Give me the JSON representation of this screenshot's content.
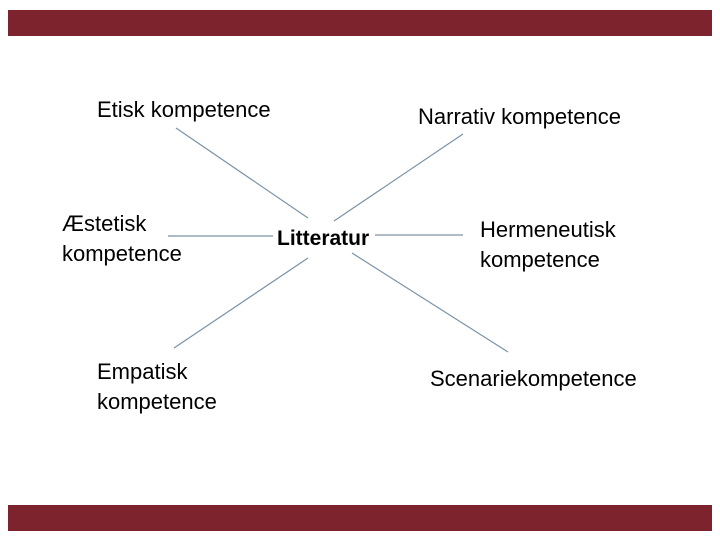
{
  "slide": {
    "background": "#ffffff",
    "text_color": "#000000",
    "line_color": "#7a92a5",
    "accent_bar_color": "#7d232e",
    "accent_bars": [
      "top",
      "bottom"
    ]
  },
  "diagram": {
    "center": {
      "label": "Litteratur"
    },
    "nodes": [
      {
        "id": "etisk",
        "label": "Etisk kompetence",
        "position": "top-left"
      },
      {
        "id": "narrativ",
        "label": "Narrativ kompetence",
        "position": "top-right"
      },
      {
        "id": "aestetisk",
        "label": "Æstetisk kompetence",
        "position": "middle-left"
      },
      {
        "id": "hermeneutisk",
        "label": "Hermeneutisk kompetence",
        "position": "middle-right"
      },
      {
        "id": "empatisk",
        "label": "Empatisk kompetence",
        "position": "bottom-left"
      },
      {
        "id": "scenarie",
        "label": "Scenariekompetence",
        "position": "bottom-right"
      }
    ]
  }
}
